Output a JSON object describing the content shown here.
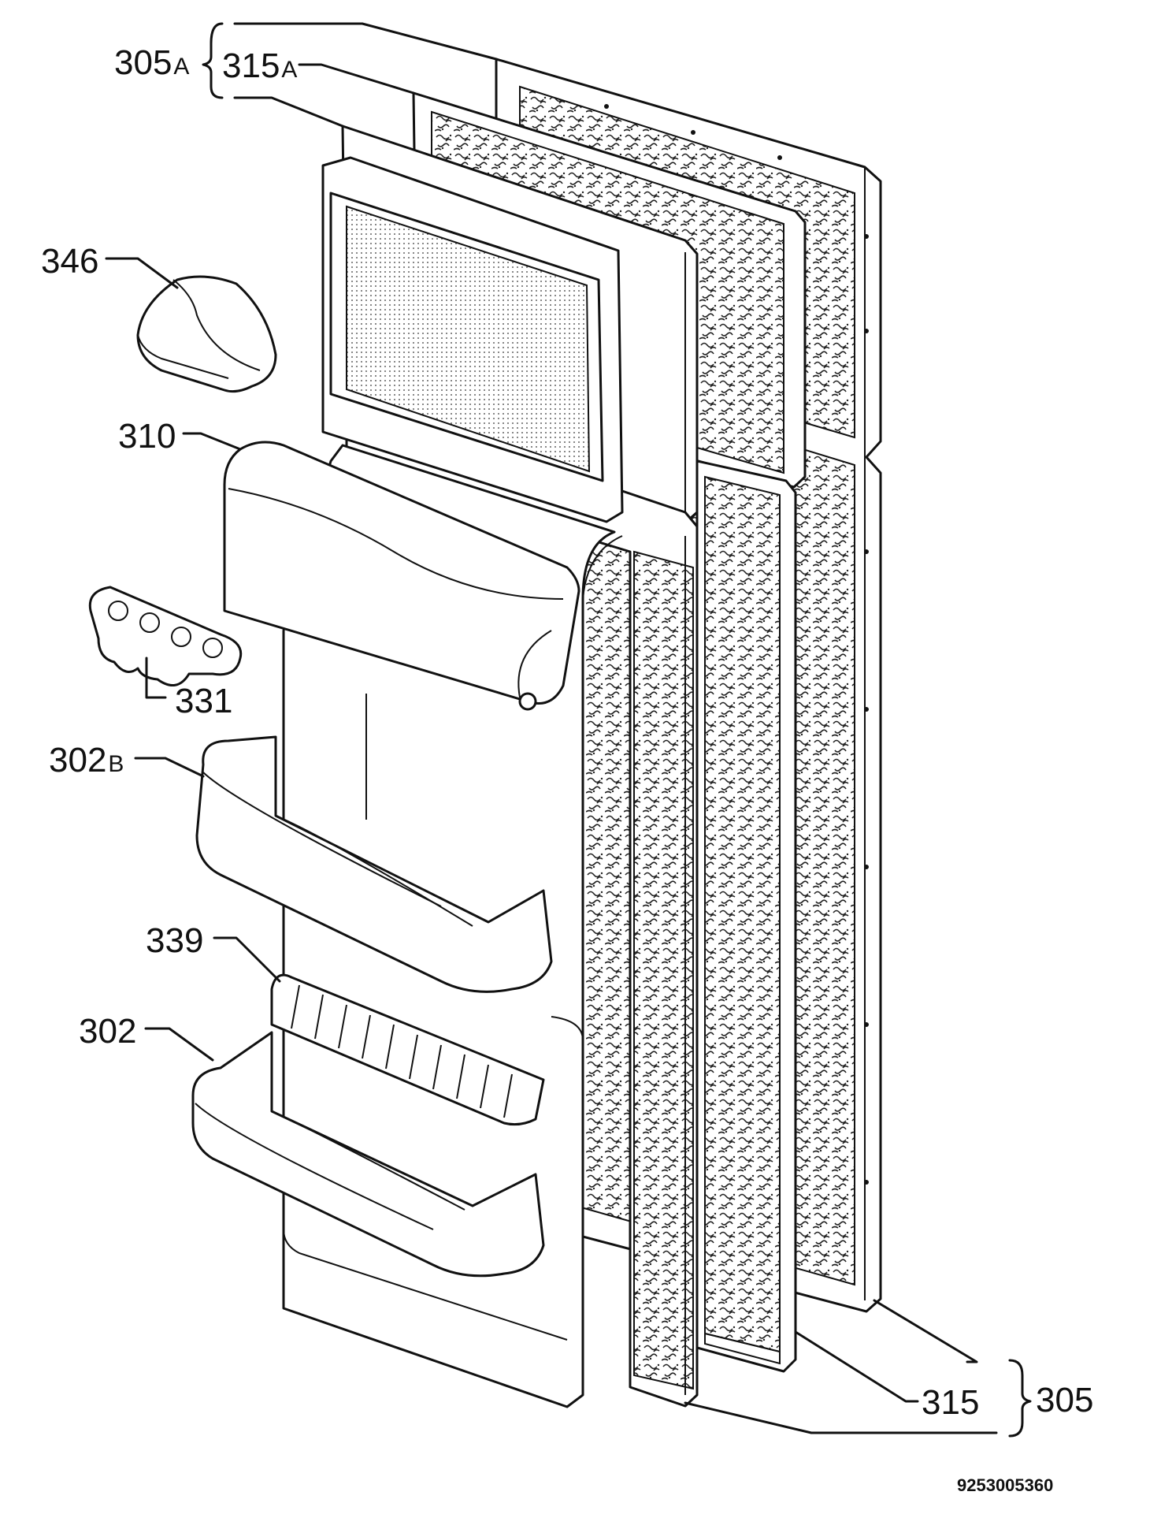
{
  "diagram": {
    "document_number": "9253005360",
    "labels": {
      "p305a": {
        "num": "305",
        "sfx": "A"
      },
      "p315a": {
        "num": "315",
        "sfx": "A"
      },
      "p346": {
        "num": "346"
      },
      "p310": {
        "num": "310"
      },
      "p331": {
        "num": "331"
      },
      "p302b": {
        "num": "302",
        "sfx": "B"
      },
      "p339": {
        "num": "339"
      },
      "p302": {
        "num": "302"
      },
      "p315": {
        "num": "315"
      },
      "p305": {
        "num": "305"
      }
    }
  }
}
